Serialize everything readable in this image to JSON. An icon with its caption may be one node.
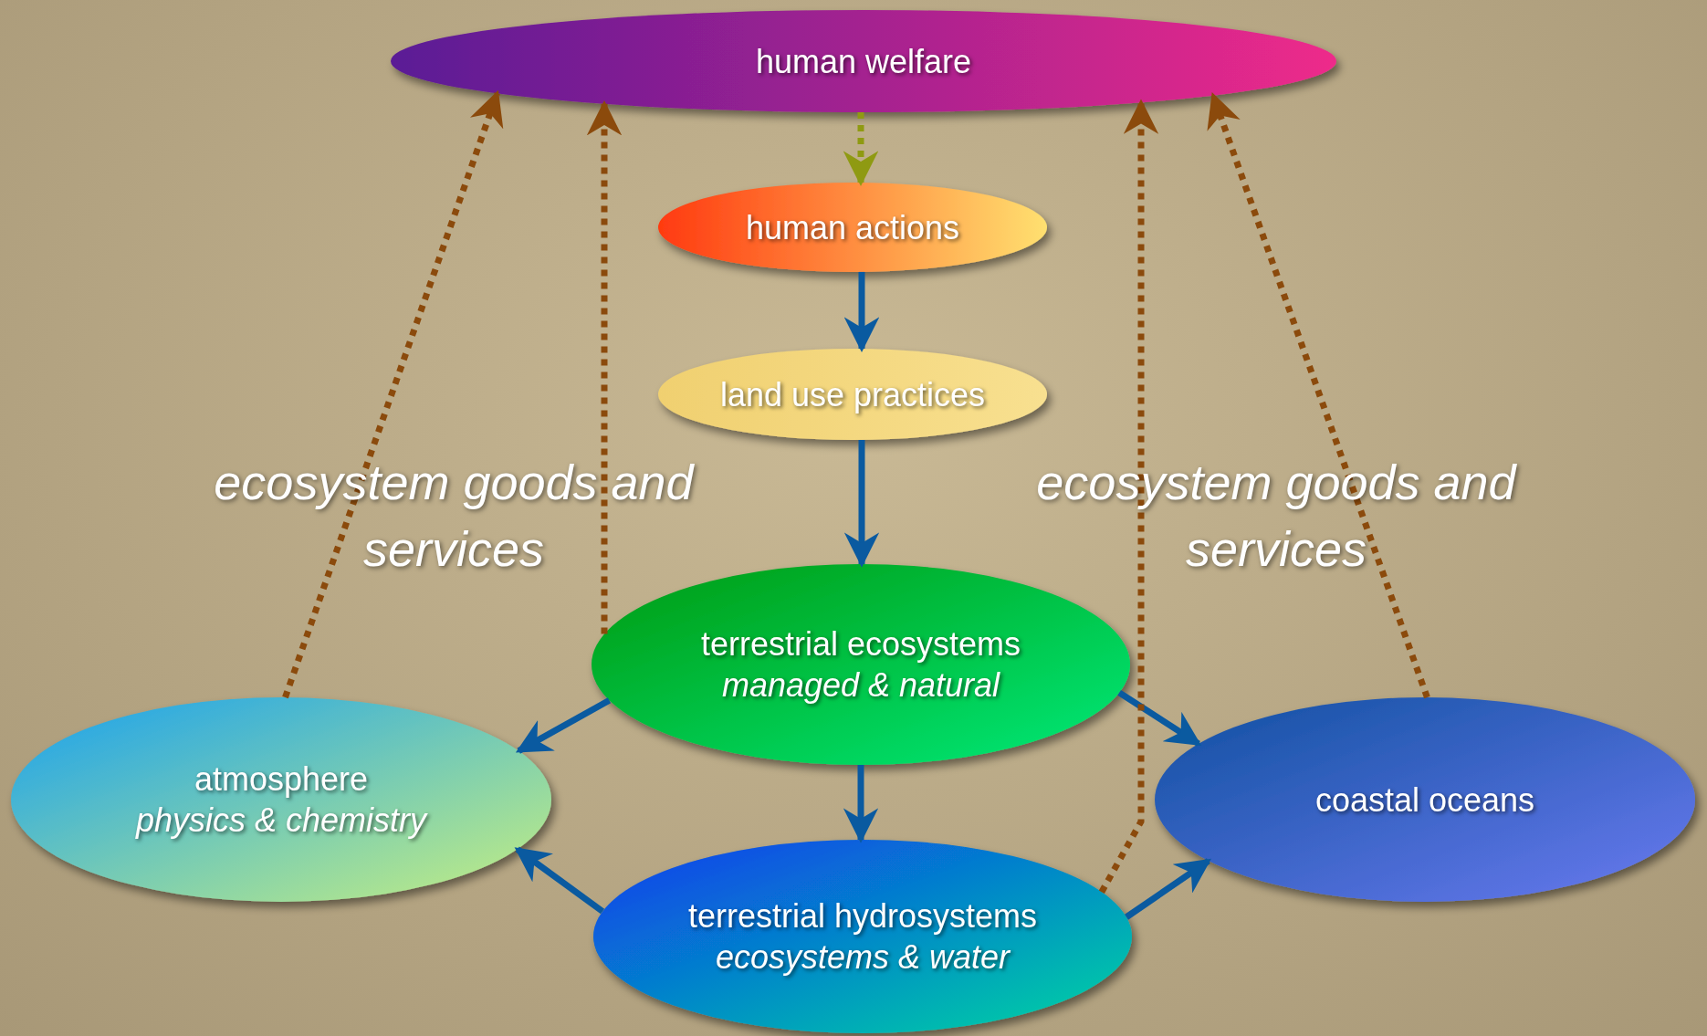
{
  "diagram": {
    "nodes": [
      {
        "text": [
          "human welfare"
        ]
      },
      {
        "text": [
          "human actions"
        ]
      },
      {
        "text": [
          "land use practices"
        ]
      },
      {
        "text": [
          "terrestrial ecosystems",
          "managed & natural"
        ]
      },
      {
        "text": [
          "atmosphere",
          "physics & chemistry"
        ]
      },
      {
        "text": [
          "coastal oceans"
        ]
      },
      {
        "text": [
          "terrestrial hydrosystems",
          "ecosystems & water"
        ]
      }
    ],
    "edges": [
      {
        "from": 0,
        "to": 1,
        "arrow": "to",
        "style": "dashed",
        "color": "#8f9a12"
      },
      {
        "from": 1,
        "to": 2,
        "arrow": "to"
      },
      {
        "from": 2,
        "to": 3,
        "arrow": "to"
      },
      {
        "from": 3,
        "to": 4,
        "arrow": "to"
      },
      {
        "from": 3,
        "to": 6,
        "arrow": "to"
      },
      {
        "from": 3,
        "to": 5,
        "arrow": "to"
      },
      {
        "from": 6,
        "to": 4,
        "arrow": "to"
      },
      {
        "from": 6,
        "to": 5,
        "arrow": "to"
      },
      {
        "from": 4,
        "to": 0,
        "arrow": "to",
        "style": "dashed",
        "color": "#8b4a0c"
      },
      {
        "from": 3,
        "to": 0,
        "arrow": "to",
        "style": "dashed",
        "color": "#8b4a0c"
      },
      {
        "from": 6,
        "to": 0,
        "arrow": "to",
        "style": "dashed",
        "color": "#8b4a0c"
      },
      {
        "from": 5,
        "to": 0,
        "arrow": "to",
        "style": "dashed",
        "color": "#8b4a0c"
      }
    ],
    "labels": [
      "ecosystem goods and services",
      "ecosystem goods and services"
    ]
  }
}
